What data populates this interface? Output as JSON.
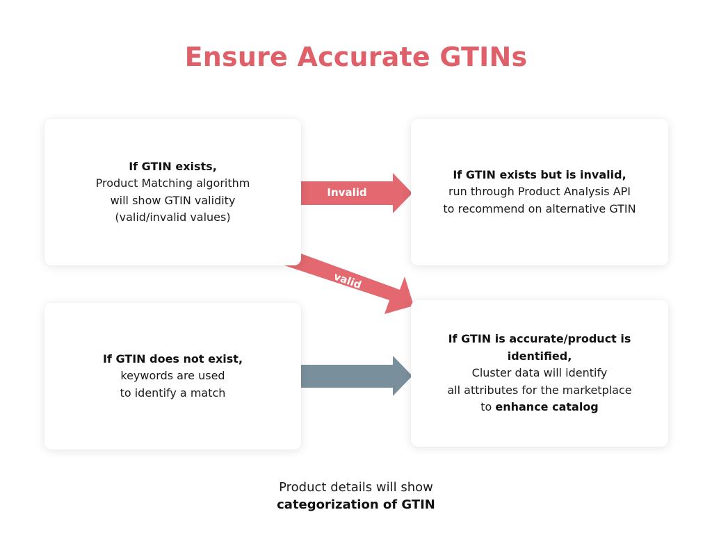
{
  "title": "Ensure Accurate GTINs",
  "colors": {
    "title": "#e0606a",
    "arrow_red": "#e3686f",
    "arrow_gray": "#7a8f9c"
  },
  "cards": {
    "gtin_exists": {
      "heading": "If GTIN exists,",
      "line1": "Product Matching algorithm",
      "line2": "will show GTIN validity",
      "line3": "(valid/invalid values)"
    },
    "gtin_invalid": {
      "heading": "If GTIN exists but is invalid,",
      "line1": "run through Product Analysis API",
      "line2": "to recommend on alternative GTIN"
    },
    "gtin_missing": {
      "heading": "If GTIN does not exist,",
      "line1": "keywords are used",
      "line2": "to identify a match"
    },
    "gtin_accurate": {
      "heading": "If GTIN is accurate/product is identified,",
      "line1": "Cluster data will identify",
      "line2": "all attributes for the marketplace",
      "line3_prefix": "to ",
      "line3_bold": "enhance catalog"
    }
  },
  "arrows": {
    "invalid_label": "Invalid",
    "valid_label": "valid"
  },
  "footer": {
    "line1": "Product details will show",
    "line2": "categorization of GTIN"
  }
}
